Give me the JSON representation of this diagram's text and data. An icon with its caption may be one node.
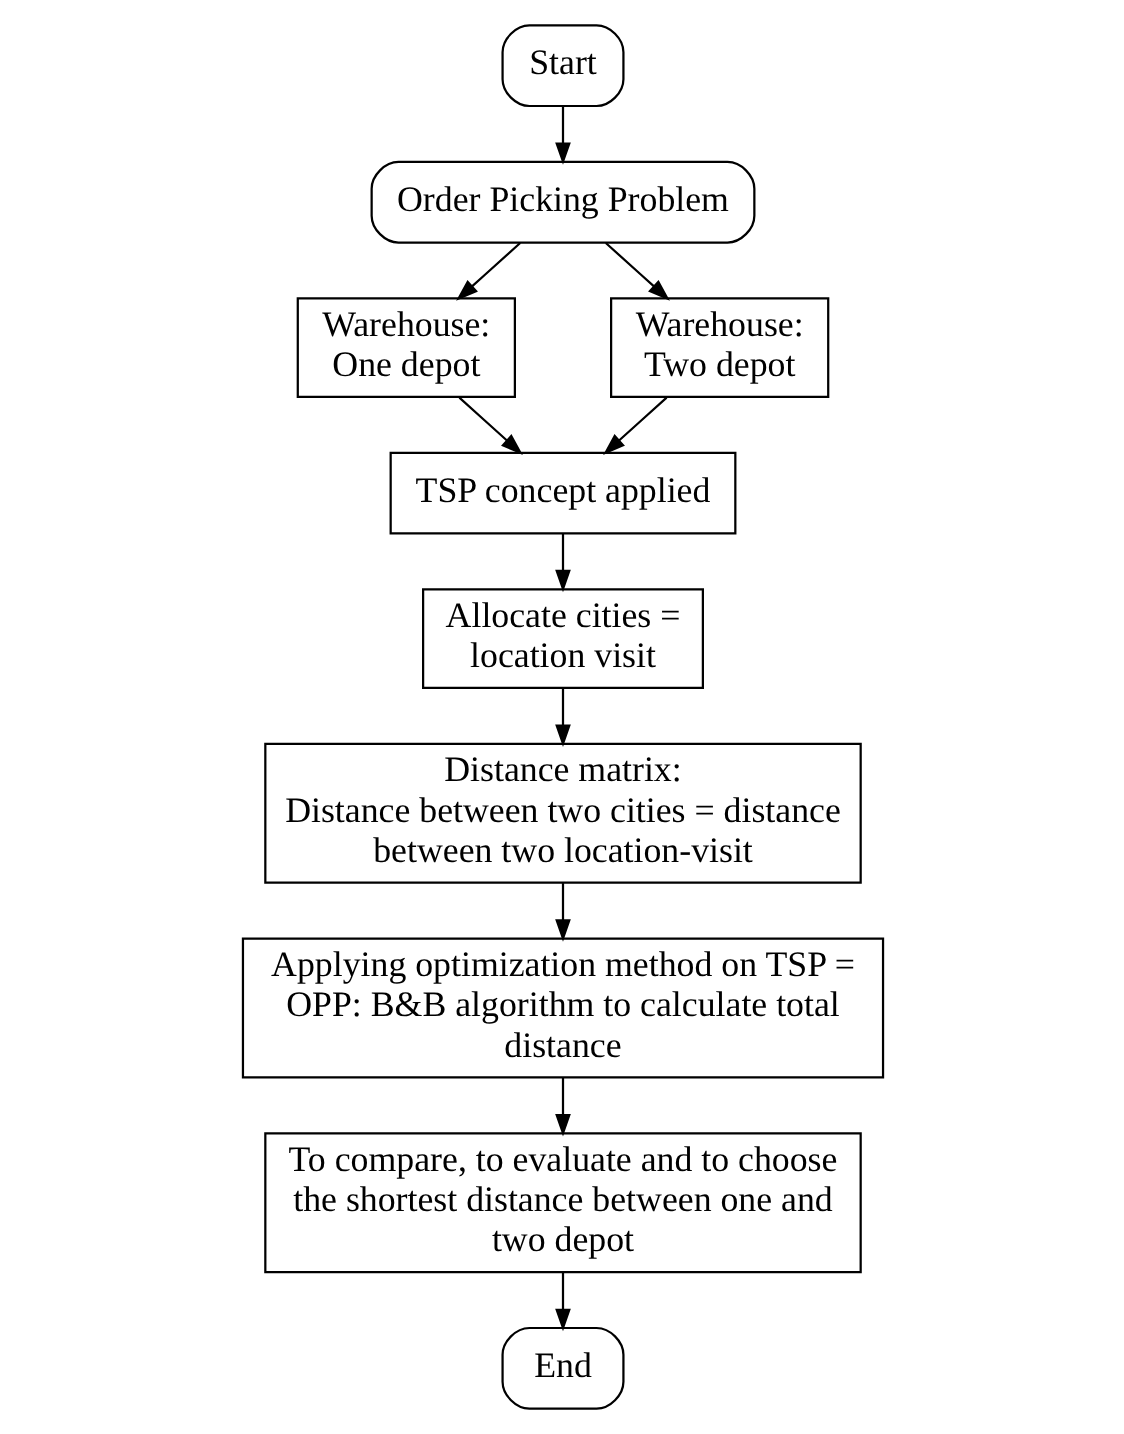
{
  "diagram": {
    "nodes": [
      {
        "text": [
          "Start"
        ]
      },
      {
        "text": [
          "Order Picking Problem"
        ]
      },
      {
        "text": [
          "Warehouse: One depot"
        ]
      },
      {
        "text": [
          "Warehouse: Two depot"
        ]
      },
      {
        "text": [
          "TSP concept applied"
        ]
      },
      {
        "text": [
          "Allocate cities = location visit"
        ]
      },
      {
        "text": [
          "Distance matrix:",
          "Distance between two cities = distance between two location-visit"
        ]
      },
      {
        "text": [
          "Applying optimization method on TSP = OPP: B&B algorithm to calculate total distance"
        ]
      },
      {
        "text": [
          "To compare, to evaluate and to choose the shortest distance between one and two depot"
        ]
      },
      {
        "text": [
          "End"
        ]
      }
    ],
    "edges": [
      {
        "from": 0,
        "to": 1,
        "arrow": "to"
      },
      {
        "from": 1,
        "to": 2,
        "arrow": "to"
      },
      {
        "from": 1,
        "to": 3,
        "arrow": "to"
      },
      {
        "from": 2,
        "to": 4,
        "arrow": "to"
      },
      {
        "from": 3,
        "to": 4,
        "arrow": "to"
      },
      {
        "from": 4,
        "to": 5,
        "arrow": "to"
      },
      {
        "from": 5,
        "to": 6,
        "arrow": "to"
      },
      {
        "from": 6,
        "to": 7,
        "arrow": "to"
      },
      {
        "from": 7,
        "to": 8,
        "arrow": "to"
      },
      {
        "from": 8,
        "to": 9,
        "arrow": "to"
      }
    ]
  }
}
